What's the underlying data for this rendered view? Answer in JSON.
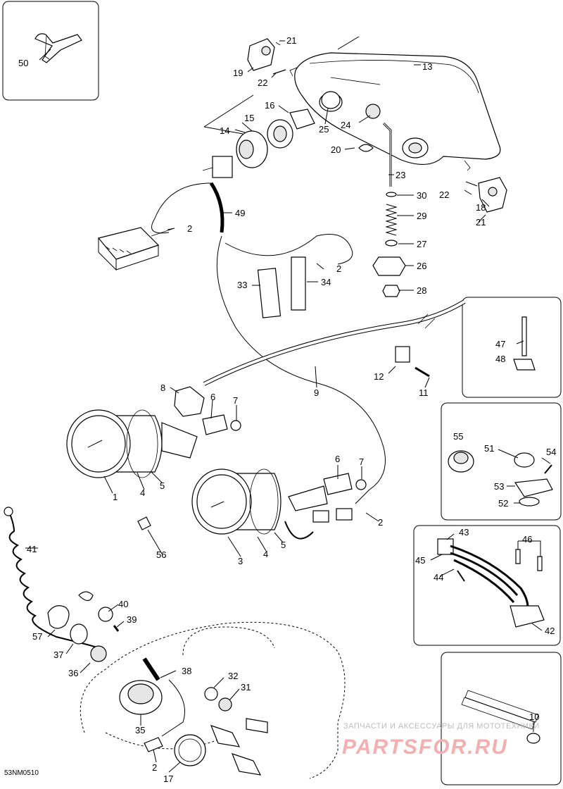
{
  "diagram": {
    "code": "53NM0510",
    "watermark_line1": "ЗАПЧАСТИ И АКСЕССУАРЫ ДЛЯ МОТОТЕХНИКИ",
    "watermark_logo": "PARTSFOR.RU",
    "labels": {
      "p1": "1",
      "p2a": "2",
      "p2b": "2",
      "p2c": "2",
      "p2d": "2",
      "p3": "3",
      "p4a": "4",
      "p4b": "4",
      "p5a": "5",
      "p5b": "5",
      "p6a": "6",
      "p6b": "6",
      "p7a": "7",
      "p7b": "7",
      "p8": "8",
      "p9": "9",
      "p10": "10",
      "p11": "11",
      "p12": "12",
      "p13": "13",
      "p14": "14",
      "p15": "15",
      "p16": "16",
      "p17": "17",
      "p18": "18",
      "p19": "19",
      "p20": "20",
      "p21a": "21",
      "p21b": "21",
      "p22a": "22",
      "p22b": "22",
      "p23": "23",
      "p24": "24",
      "p25": "25",
      "p26": "26",
      "p27": "27",
      "p28": "28",
      "p29": "29",
      "p30": "30",
      "p31": "31",
      "p32": "32",
      "p33": "33",
      "p34": "34",
      "p35": "35",
      "p36": "36",
      "p37": "37",
      "p38": "38",
      "p39": "39",
      "p40": "40",
      "p41": "41",
      "p42": "42",
      "p43": "43",
      "p44": "44",
      "p45": "45",
      "p46": "46",
      "p47": "47",
      "p48": "48",
      "p49": "49",
      "p50": "50",
      "p51": "51",
      "p52": "52",
      "p53": "53",
      "p54": "54",
      "p55": "55",
      "p56": "56",
      "p57": "57"
    }
  }
}
